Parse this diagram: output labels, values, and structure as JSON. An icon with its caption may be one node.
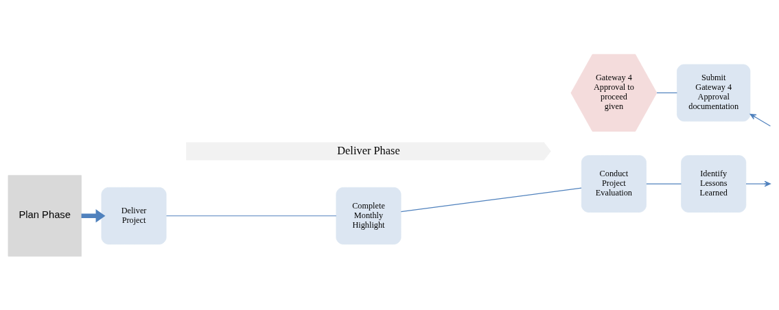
{
  "diagram": {
    "nodes": [
      {
        "text": [
          "Deliver Phase"
        ]
      },
      {
        "text": [
          "Plan Phase"
        ]
      },
      {
        "text": [
          "Deliver Project"
        ]
      },
      {
        "text": [
          "Complete Monthly Highlight"
        ]
      },
      {
        "text": [
          "Conduct Project Evaluation"
        ]
      },
      {
        "text": [
          "Identify Lessons Learned"
        ]
      },
      {
        "text": [
          "Gateway 4 Approval to proceed given"
        ]
      },
      {
        "text": [
          "Submit Gateway 4 Approval documentation"
        ]
      }
    ],
    "edges": [
      {
        "from": 1,
        "to": 2,
        "arrow": "to",
        "style": "thick"
      },
      {
        "from": 2,
        "to": 3,
        "arrow": "none"
      },
      {
        "from": 3,
        "to": 4,
        "arrow": "none"
      },
      {
        "from": 4,
        "to": 5,
        "arrow": "none"
      },
      {
        "from": 5,
        "to": null,
        "arrow": "to"
      },
      {
        "from": null,
        "to": 7,
        "arrow": "to"
      },
      {
        "from": 6,
        "to": 7,
        "arrow": "none"
      }
    ]
  }
}
